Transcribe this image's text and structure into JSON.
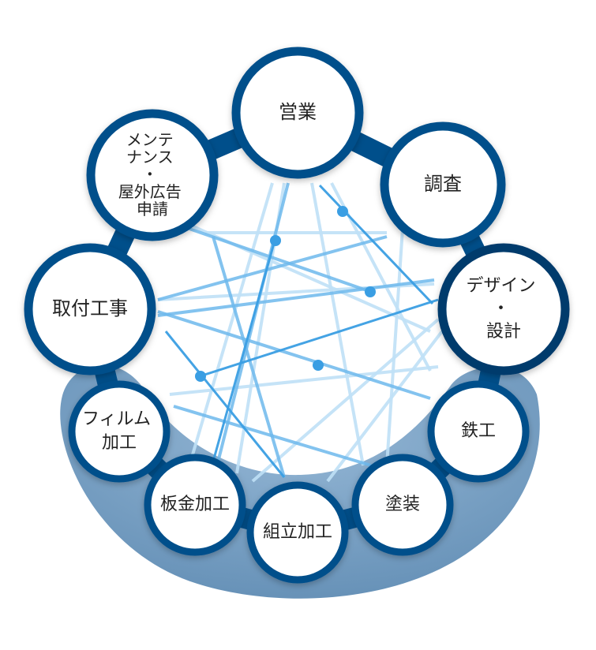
{
  "nodes": [
    {
      "id": "sales",
      "lines": [
        "営業"
      ]
    },
    {
      "id": "survey",
      "lines": [
        "調査"
      ]
    },
    {
      "id": "design",
      "lines": [
        "デザイン",
        "・",
        "設計"
      ]
    },
    {
      "id": "ironwork",
      "lines": [
        "鉄工"
      ]
    },
    {
      "id": "painting",
      "lines": [
        "塗装"
      ]
    },
    {
      "id": "assembly",
      "lines": [
        "組立加工"
      ]
    },
    {
      "id": "sheetmetal",
      "lines": [
        "板金加工"
      ]
    },
    {
      "id": "film",
      "lines": [
        "フィルム",
        "加工"
      ]
    },
    {
      "id": "install",
      "lines": [
        "取付工事"
      ]
    },
    {
      "id": "maintenance",
      "lines": [
        "メンテ",
        "ナンス",
        "・",
        "屋外広告",
        "申請"
      ]
    }
  ],
  "colors": {
    "ring": "#004f8b",
    "ring_dark": "#003a6c",
    "node_fill": "#ffffff",
    "arc": "#6d97bd",
    "arc_light": "#8fb3d3",
    "line_strong": "#3a9ee3",
    "line_medium": "#6db8ec",
    "line_light": "#bfe0f6",
    "dot": "#3a9ee3"
  }
}
